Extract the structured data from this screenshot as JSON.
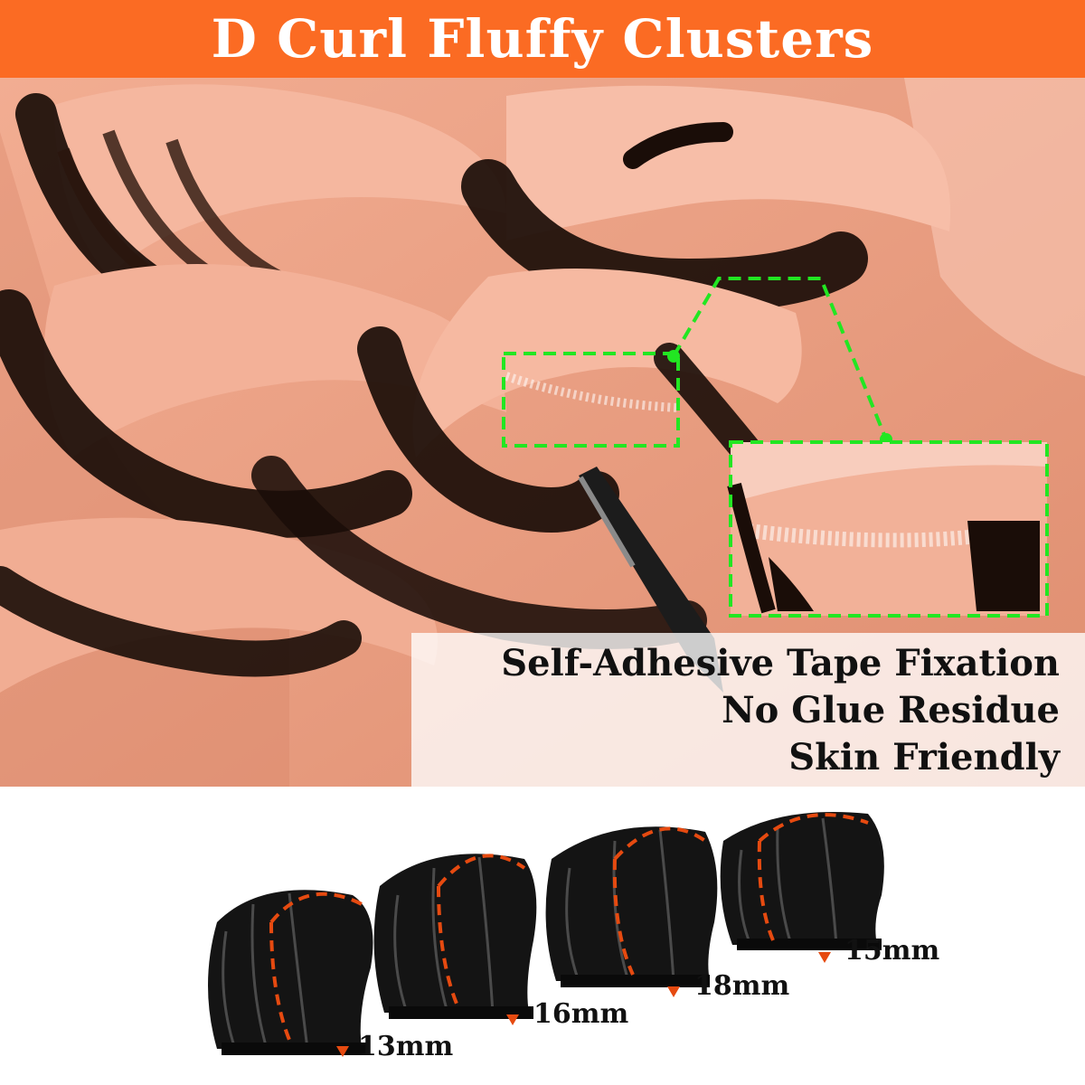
{
  "banner": {
    "title": "D Curl Fluffy Clusters",
    "color": "#fb6b23"
  },
  "features": [
    "Self-Adhesive Tape Fixation",
    "No Glue Residue",
    "Skin Friendly"
  ],
  "highlight_color": "#22e622",
  "curve_color": "#e64a10",
  "lengths": [
    "13mm",
    "16mm",
    "18mm",
    "15mm"
  ],
  "tray_color": "#e99c7f"
}
